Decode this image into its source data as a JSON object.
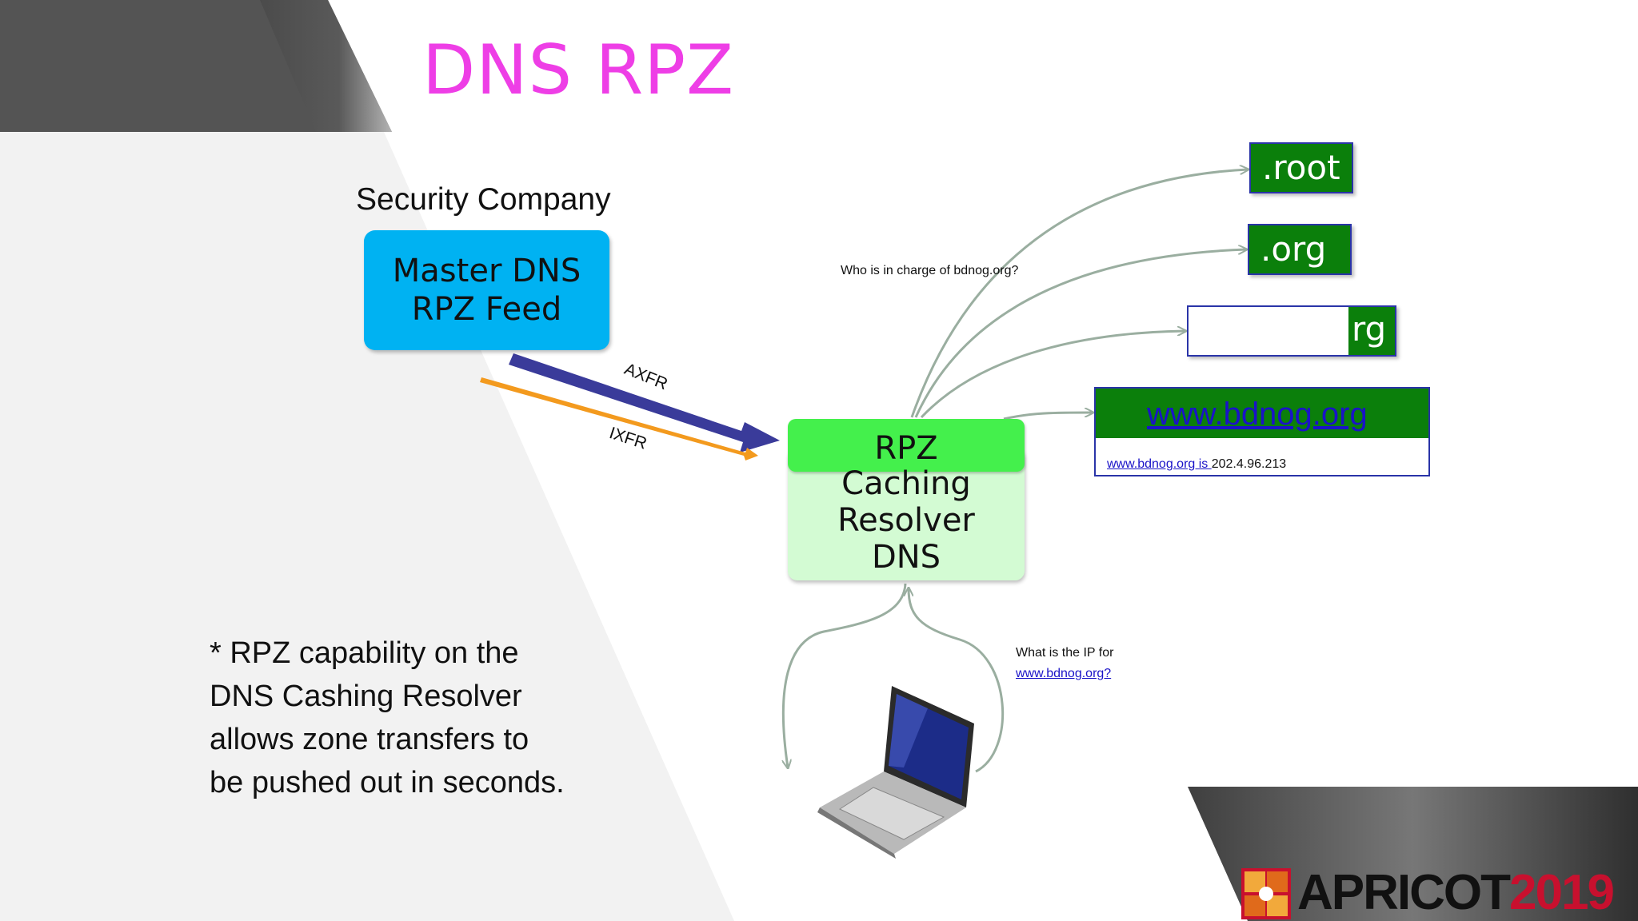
{
  "slide": {
    "title": "DNS RPZ",
    "security_company": "Security Company",
    "master_line1": "Master DNS",
    "master_line2": "RPZ Feed",
    "axfr_label": "AXFR",
    "ixfr_label": "IXFR",
    "resolver_line1": "RPZ",
    "resolver_line2": "Caching",
    "resolver_line3": "Resolver",
    "resolver_line4": "DNS",
    "question_top": "Who is in charge of bdnog.org?",
    "question_ip_line1": "What is the IP for",
    "question_ip_link": "www.bdnog.org?",
    "root_label": ".root",
    "org_label": ".org",
    "rg_label": "rg",
    "www_label": "www.bdnog.org",
    "answer_link": "www.bdnog.org is ",
    "answer_ip": "202.4.96.213",
    "note_line1": "* RPZ capability on the",
    "note_line2": "DNS Cashing Resolver",
    "note_line3": "allows zone transfers to",
    "note_line4": "be pushed out in seconds.",
    "footer_word": "APRICOT",
    "footer_year": "2019"
  },
  "colors": {
    "title": "#ee3ee6",
    "master_box": "#00b2f2",
    "resolver_top": "#44f04c",
    "resolver_body": "#d3fbd3",
    "zone_box": "#0b7f0b",
    "axfr_arrow": "#3a3b9a",
    "ixfr_arrow": "#f39a1e",
    "link": "#1a13c8",
    "footer_year": "#c8102e"
  }
}
